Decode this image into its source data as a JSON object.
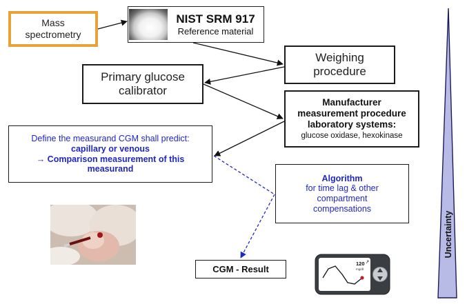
{
  "mass_spec": {
    "label": "Mass spectrometry",
    "line1": "Mass",
    "line2": "spectrometry"
  },
  "nist": {
    "title": "NIST SRM 917",
    "subtitle": "Reference material"
  },
  "weighing": {
    "line1": "Weighing",
    "line2": "procedure"
  },
  "primary": {
    "line1": "Primary glucose",
    "line2": "calibrator"
  },
  "manufacturer": {
    "line1": "Manufacturer",
    "line2": "measurement procedure",
    "line3": "laboratory systems:",
    "line4": "glucose oxidase, hexokinase"
  },
  "define": {
    "line1": "Define the measurand CGM shall predict:",
    "line2": "capillary or venous",
    "line3": "→ Comparison measurement of this",
    "line4": "measurand"
  },
  "algorithm": {
    "line1": "Algorithm",
    "line2": "for time lag & other",
    "line3": "compartment",
    "line4": "compensations"
  },
  "cgm_result": "CGM - Result",
  "device": {
    "reading": "120",
    "unit": "mg/dl"
  },
  "uncertainty": "Uncertainty",
  "colors": {
    "blue_text": "#1f26c4",
    "orange_border": "#e8a23a",
    "wedge_fill": "#b8bbe6",
    "arrow": "#111111",
    "dashed_arrow": "#1f26c4"
  }
}
